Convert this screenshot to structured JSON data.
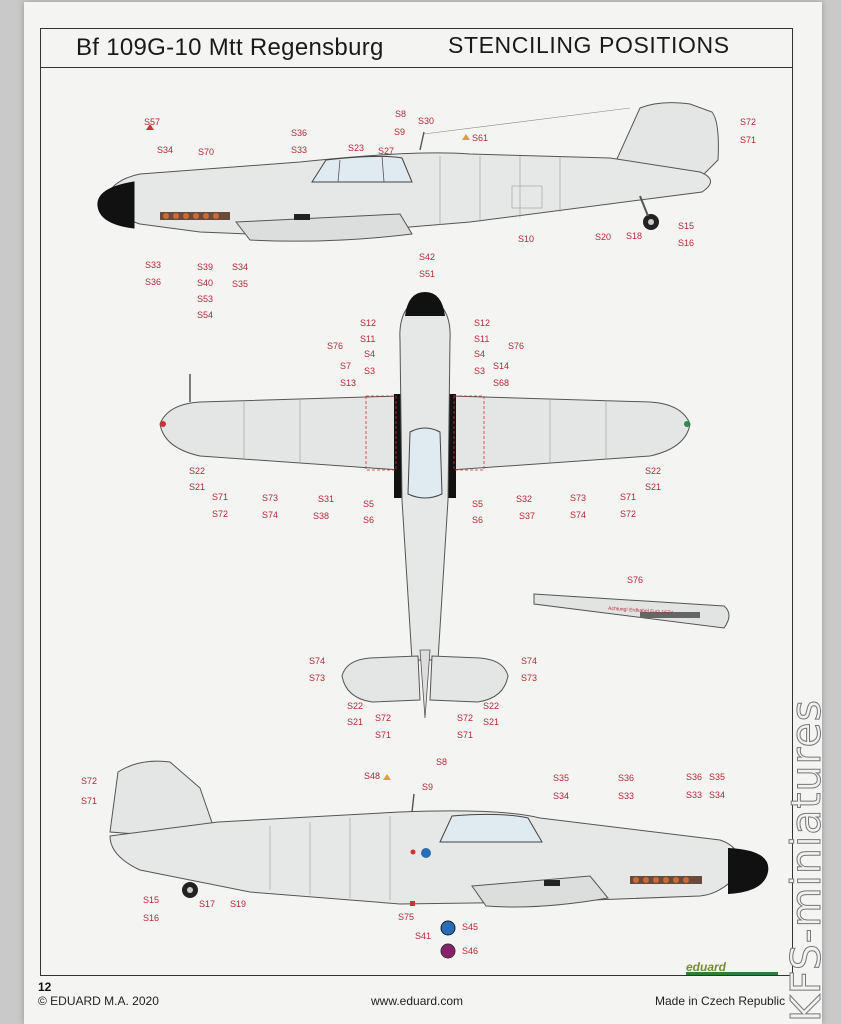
{
  "header": {
    "title_left": "Bf 109G-10 Mtt Regensburg",
    "title_right": "STENCILING POSITIONS"
  },
  "page": {
    "number": "12",
    "copyright": "© EDUARD  M.A. 2020",
    "website": "www.eduard.com",
    "made_in": "Made in Czech Republic",
    "brand": "eduard"
  },
  "watermark": "KFS-miniatures",
  "side_view_upper": {
    "labels": [
      "S57",
      "S34",
      "S70",
      "S36",
      "S33",
      "S23",
      "S27",
      "S8",
      "S9",
      "S30",
      "S61",
      "S72",
      "S71",
      "S33",
      "S36",
      "S39",
      "S40",
      "S53",
      "S54",
      "S34",
      "S35",
      "S42",
      "S51",
      "S10",
      "S20",
      "S18",
      "S15",
      "S16"
    ]
  },
  "plan_view": {
    "labels": [
      "S12",
      "S11",
      "S12",
      "S11",
      "S76",
      "S4",
      "S3",
      "S7",
      "S13",
      "S4",
      "S3",
      "S14",
      "S68",
      "S76",
      "S22",
      "S21",
      "S71",
      "S72",
      "S73",
      "S74",
      "S31",
      "S38",
      "S5",
      "S6",
      "S5",
      "S6",
      "S32",
      "S37",
      "S73",
      "S74",
      "S71",
      "S72",
      "S22",
      "S21",
      "S74",
      "S73",
      "S74",
      "S73",
      "S22",
      "S21",
      "S72",
      "S71",
      "S72",
      "S71",
      "S22",
      "S21"
    ]
  },
  "detail_view": {
    "label": "S76",
    "inscription": "Achtung! Erdkabel FuG 16ZY"
  },
  "side_view_lower": {
    "labels": [
      "S72",
      "S71",
      "S48",
      "S8",
      "S9",
      "S35",
      "S34",
      "S36",
      "S33",
      "S36",
      "S33",
      "S35",
      "S34",
      "S15",
      "S16",
      "S17",
      "S19",
      "S75",
      "S41",
      "S45",
      "S46"
    ]
  }
}
